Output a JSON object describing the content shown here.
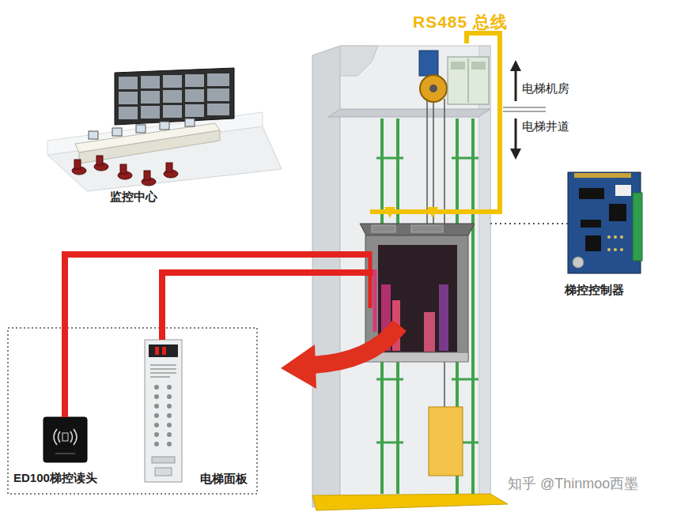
{
  "diagram": {
    "nodes": [
      {
        "text": [
          "监控中心"
        ]
      },
      {
        "text": [
          "电梯机房"
        ]
      },
      {
        "text": [
          "电梯井道"
        ]
      },
      {
        "text": [
          "梯控控制器"
        ]
      },
      {
        "text": [
          "ED100梯控读头"
        ]
      },
      {
        "text": [
          "电梯面板"
        ]
      }
    ],
    "edges": [
      {
        "from": 1,
        "to": 2,
        "arrow": "none",
        "label": "RS485 总线"
      },
      {
        "from": 2,
        "to": 3,
        "arrow": "none"
      },
      {
        "from": 2,
        "to": 4,
        "arrow": "none"
      },
      {
        "from": 2,
        "to": 5,
        "arrow": "none"
      }
    ],
    "labels": [
      "知乎 @Thinmoo西墨"
    ]
  }
}
